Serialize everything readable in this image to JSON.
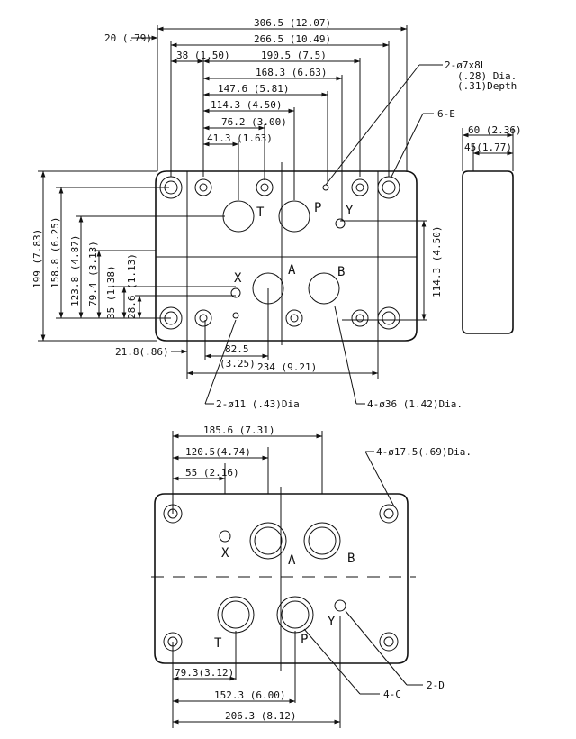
{
  "top_view": {
    "overall_width": "306.5 (12.07)",
    "edge_offset": "20 (.79)",
    "bolt_span": "266.5 (10.49)",
    "dim_38": "38 (1.50)",
    "dim_190": "190.5 (7.5)",
    "dim_168": "168.3 (6.63)",
    "dim_147": "147.6 (5.81)",
    "dim_114": "114.3 (4.50)",
    "dim_76": "76.2 (3.00)",
    "dim_41": "41.3 (1.63)",
    "height_199": "199 (7.83)",
    "height_158": "158.8 (6.25)",
    "height_123": "123.8 (4.87)",
    "height_79": "79.4 (3.13)",
    "height_35": "35 (1.38)",
    "height_28": "28.6 (1.13)",
    "right_114": "114.3 (4.50)",
    "dim_21": "21.8(.86)",
    "dim_82": "82.5",
    "dim_82_in": "(3.25)",
    "dim_234": "234  (9.21)",
    "callout_pin_1": "2-ø7x8L",
    "callout_pin_2": "(.28) Dia.",
    "callout_pin_3": "(.31)Depth",
    "callout_6e": "6-E",
    "callout_11": "2-ø11 (.43)Dia",
    "callout_36": "4-ø36 (1.42)Dia.",
    "port_T": "T",
    "port_P": "P",
    "port_Y": "Y",
    "port_X": "X",
    "port_A": "A",
    "port_B": "B"
  },
  "side_view": {
    "width_60": "60 (2.36)",
    "width_45": "45(1.77)"
  },
  "bottom_view": {
    "dim_185": "185.6 (7.31)",
    "dim_120": "120.5(4.74)",
    "dim_55": "55 (2.16)",
    "callout_17": "4-ø17.5(.69)Dia.",
    "dim_79": "79.3(3.12)",
    "dim_152": "152.3 (6.00)",
    "dim_206": "206.3 (8.12)",
    "callout_2d": "2-D",
    "callout_4c": "4-C",
    "port_X": "X",
    "port_A": "A",
    "port_B": "B",
    "port_T": "T",
    "port_P": "P",
    "port_Y": "Y"
  }
}
